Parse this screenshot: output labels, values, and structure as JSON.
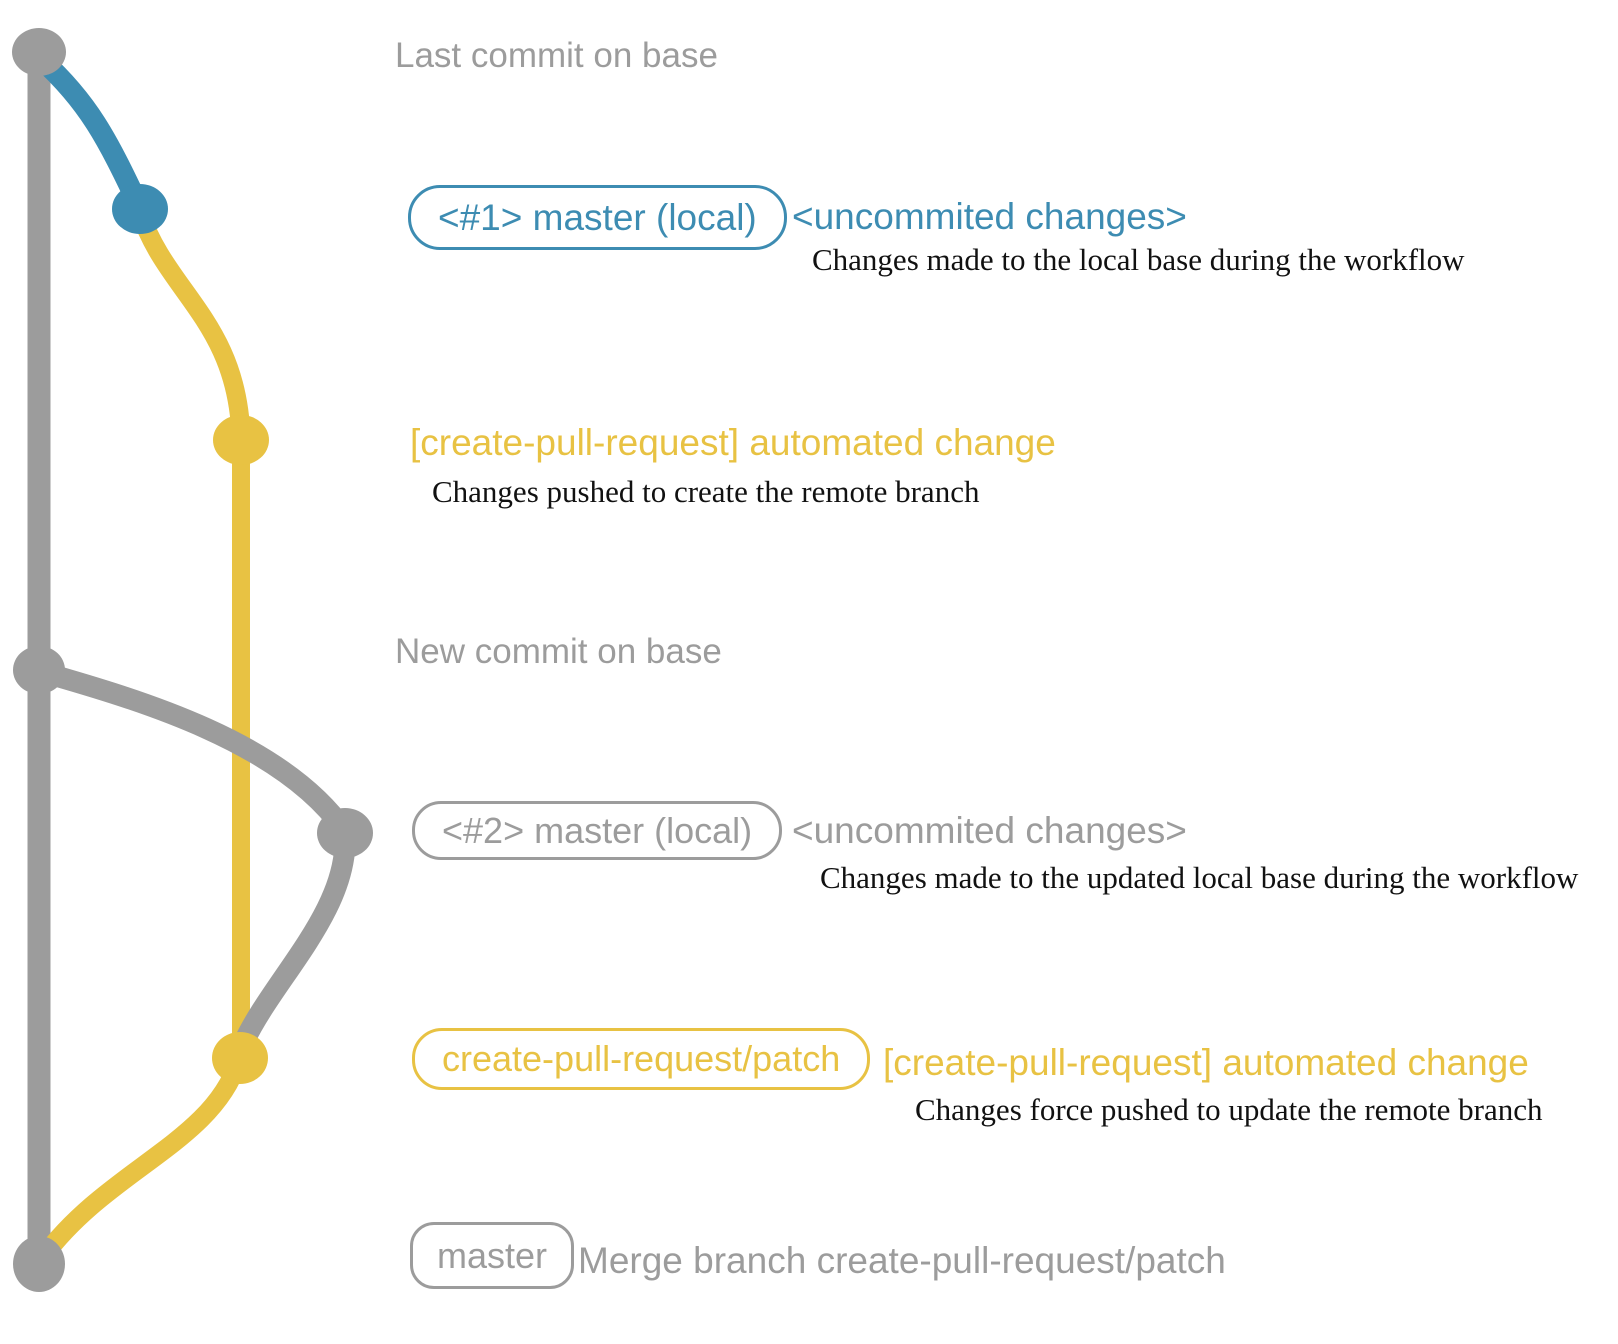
{
  "colors": {
    "gray": "#9c9c9c",
    "blue": "#3d8cb2",
    "yellow": "#e8c243",
    "ink": "#111111",
    "background": "#ffffff"
  },
  "rows": {
    "r1": {
      "caption": "Last commit on base"
    },
    "r2": {
      "badge": "<#1> master (local)",
      "tag": "<uncommited changes>",
      "note": "Changes made to the local base during the workflow"
    },
    "r3": {
      "tag": "[create-pull-request] automated change",
      "note": "Changes pushed to create the remote branch"
    },
    "r4": {
      "caption": "New commit on base"
    },
    "r5": {
      "badge": "<#2> master (local)",
      "tag": "<uncommited changes>",
      "note": "Changes made to the updated local base during the workflow"
    },
    "r6": {
      "badge": "create-pull-request/patch",
      "tag": "[create-pull-request] automated change",
      "note": "Changes force pushed to update the remote branch"
    },
    "r7": {
      "badge": "master",
      "caption": "Merge branch create-pull-request/patch"
    }
  }
}
